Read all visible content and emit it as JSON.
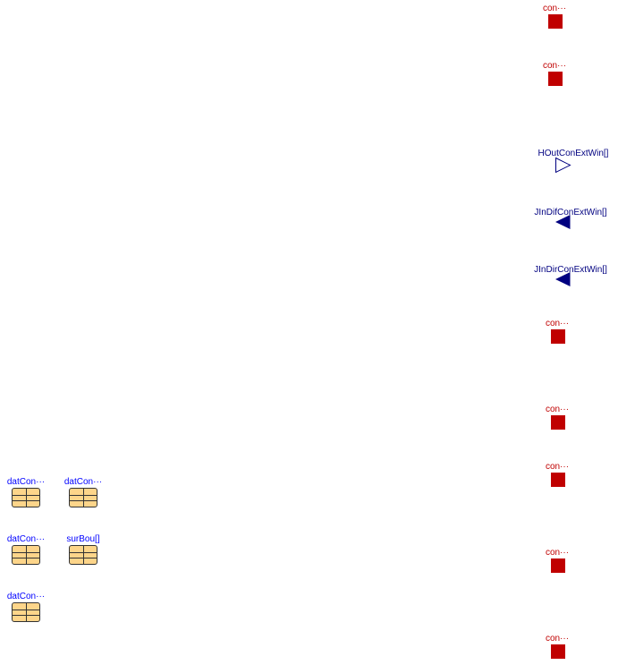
{
  "heat_ports": [
    {
      "label": "con···"
    },
    {
      "label": "con···"
    },
    {
      "label": "con···"
    },
    {
      "label": "con···"
    },
    {
      "label": "con···"
    },
    {
      "label": "con···"
    },
    {
      "label": "con···"
    }
  ],
  "signal_ports": [
    {
      "label": "HOutConExtWin[]",
      "direction": "output",
      "color": "#000080"
    },
    {
      "label": "JInDifConExtWin[]",
      "direction": "input",
      "color": "#000080"
    },
    {
      "label": "JInDirConExtWin[]",
      "direction": "input",
      "color": "#000080"
    }
  ],
  "records": [
    {
      "label": "datCon···"
    },
    {
      "label": "datCon···"
    },
    {
      "label": "datCon···"
    },
    {
      "label": "surBou[]"
    },
    {
      "label": "datCon···"
    }
  ],
  "colors": {
    "heat_port": "#c00000",
    "signal": "#000080",
    "record_label": "#0000ff",
    "record_fill": "#fdd58a"
  }
}
